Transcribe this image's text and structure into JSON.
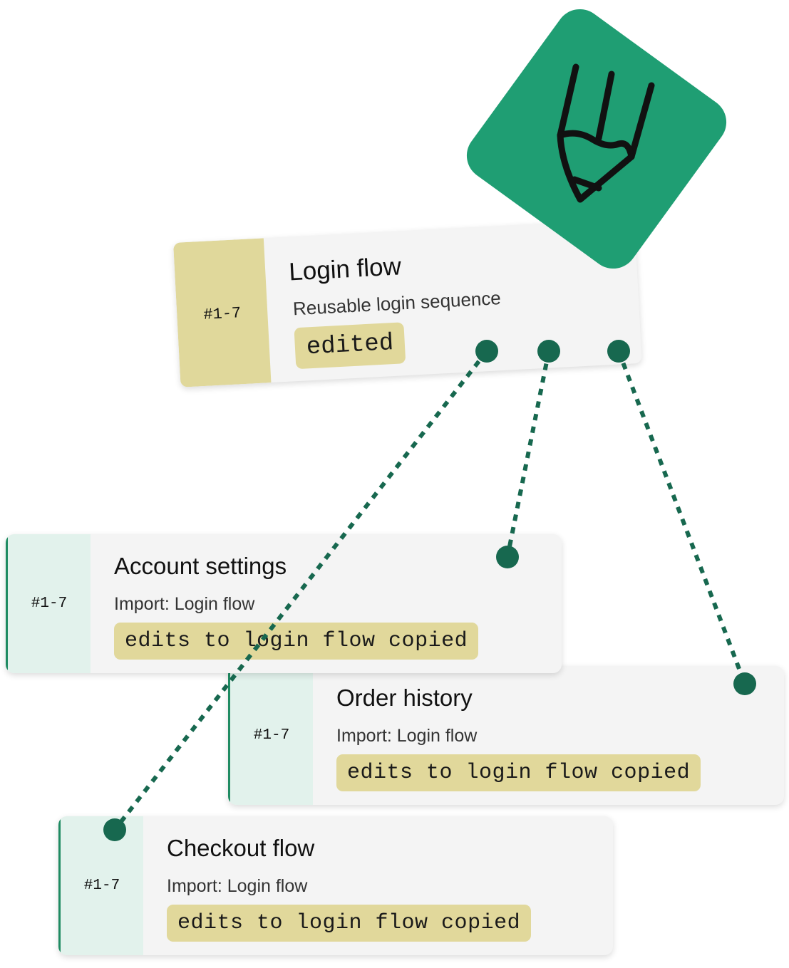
{
  "colors": {
    "accent_green": "#1F9E73",
    "connector": "#17684F",
    "root_side": "#E0D89B",
    "child_side": "#E2F2EC",
    "tag_bg": "#E1D89B",
    "card_bg": "#F4F4F4"
  },
  "badge": {
    "icon": "pencil-icon"
  },
  "root": {
    "id_label": "#1-7",
    "title": "Login flow",
    "subtitle": "Reusable login sequence",
    "tag": "edited"
  },
  "children": [
    {
      "id_label": "#1-7",
      "title": "Account settings",
      "subtitle": "Import: Login flow",
      "tag": "edits to login flow copied"
    },
    {
      "id_label": "#1-7",
      "title": "Order history",
      "subtitle": "Import: Login flow",
      "tag": "edits to login flow copied"
    },
    {
      "id_label": "#1-7",
      "title": "Checkout flow",
      "subtitle": "Import: Login flow",
      "tag": "edits to login flow copied"
    }
  ]
}
